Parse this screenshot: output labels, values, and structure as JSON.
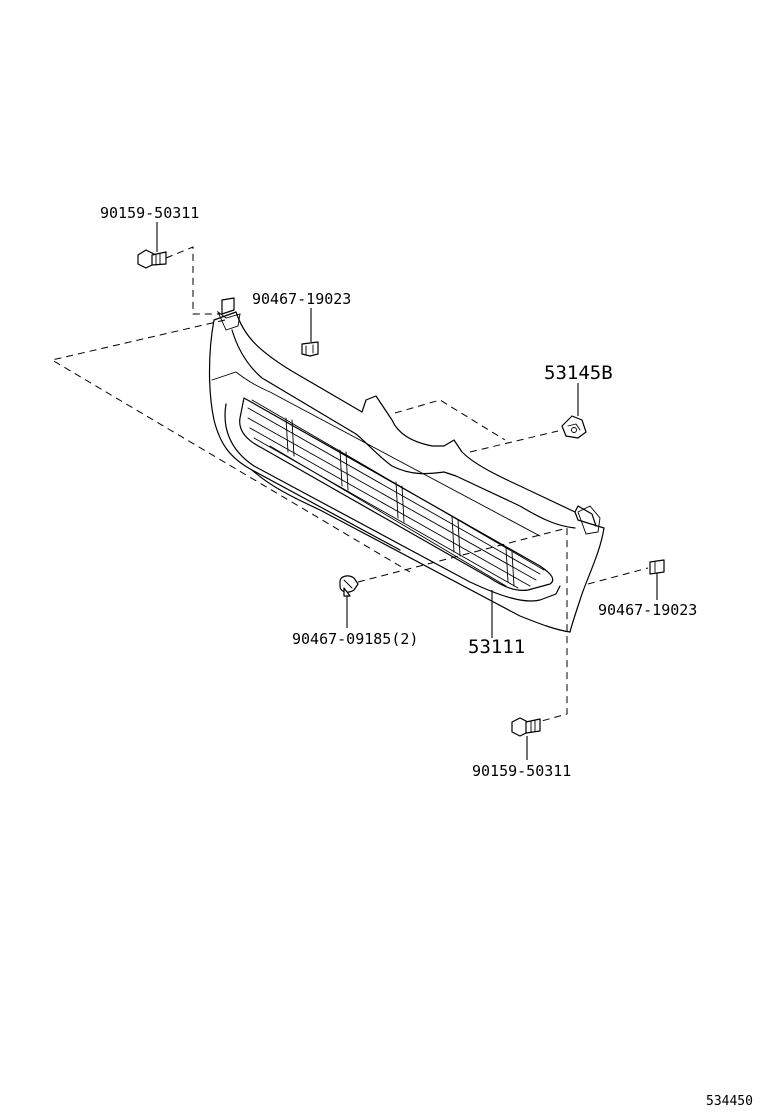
{
  "labels": {
    "bolt_top": "90159-50311",
    "clip_left": "90467-19023",
    "bracket": "53145B",
    "clip_right": "90467-19023",
    "clip_lower": "90467-09185(2)",
    "grille": "53111",
    "bolt_bottom": "90159-50311"
  },
  "diagram_code": "534450"
}
